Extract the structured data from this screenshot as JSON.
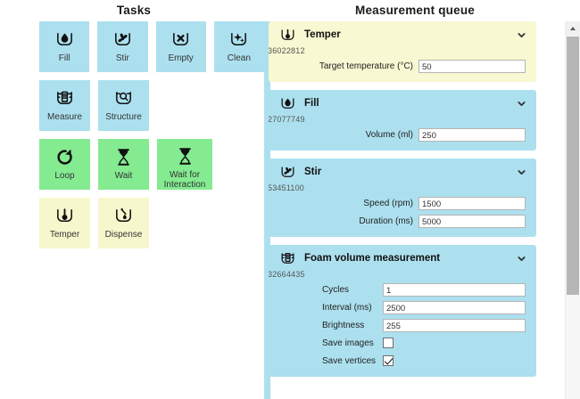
{
  "tasks_panel": {
    "title": "Tasks",
    "rows": [
      [
        {
          "label": "Fill",
          "icon": "beaker-drop-icon",
          "color": "blue"
        },
        {
          "label": "Stir",
          "icon": "beaker-propeller-icon",
          "color": "blue"
        },
        {
          "label": "Empty",
          "icon": "beaker-cross-icon",
          "color": "blue"
        },
        {
          "label": "Clean",
          "icon": "beaker-sparkle-icon",
          "color": "blue"
        }
      ],
      [
        {
          "label": "Measure",
          "icon": "beaker-scale-icon",
          "color": "blue"
        },
        {
          "label": "Structure",
          "icon": "beaker-magnifier-icon",
          "color": "blue"
        }
      ],
      [
        {
          "label": "Loop",
          "icon": "circular-arrow-icon",
          "color": "green"
        },
        {
          "label": "Wait",
          "icon": "hourglass-icon",
          "color": "green"
        },
        {
          "label": "Wait for Interaction",
          "icon": "hourglass-icon",
          "color": "green"
        }
      ],
      [
        {
          "label": "Temper",
          "icon": "beaker-thermometer-icon",
          "color": "yellow"
        },
        {
          "label": "Dispense",
          "icon": "beaker-pipette-icon",
          "color": "yellow"
        }
      ]
    ]
  },
  "queue_panel": {
    "title": "Measurement queue",
    "scrollbar": {
      "up_arrow": "scroll-up-arrow"
    },
    "cards": [
      {
        "title": "Temper",
        "id": "36022812",
        "icon": "beaker-thermometer-icon",
        "color": "yellow",
        "chevron": "chevron-down-icon",
        "label_align": "right",
        "fields": [
          {
            "type": "text",
            "label": "Target temperature (°C)",
            "value": "50"
          }
        ]
      },
      {
        "title": "Fill",
        "id": "27077749",
        "icon": "beaker-drop-icon",
        "color": "blue",
        "chevron": "chevron-down-icon",
        "label_align": "right",
        "fields": [
          {
            "type": "text",
            "label": "Volume (ml)",
            "value": "250"
          }
        ]
      },
      {
        "title": "Stir",
        "id": "53451100",
        "icon": "beaker-propeller-icon",
        "color": "blue",
        "chevron": "chevron-down-icon",
        "label_align": "right",
        "fields": [
          {
            "type": "text",
            "label": "Speed (rpm)",
            "value": "1500"
          },
          {
            "type": "text",
            "label": "Duration (ms)",
            "value": "5000"
          }
        ]
      },
      {
        "title": "Foam volume measurement",
        "id": "32664435",
        "icon": "beaker-scale-icon",
        "color": "blue",
        "chevron": "chevron-down-icon",
        "label_align": "left",
        "fields": [
          {
            "type": "text",
            "label": "Cycles",
            "value": "1"
          },
          {
            "type": "text",
            "label": "Interval (ms)",
            "value": "2500"
          },
          {
            "type": "text",
            "label": "Brightness",
            "value": "255"
          },
          {
            "type": "checkbox",
            "label": "Save images",
            "checked": false
          },
          {
            "type": "checkbox",
            "label": "Save vertices",
            "checked": true
          }
        ]
      }
    ]
  },
  "colors": {
    "blue": "#ace0ef",
    "green": "#84eb91",
    "yellow": "#f7f7cd",
    "card_yellow": "#f8f8d2",
    "input_border": "#b5b5b5",
    "scroll_thumb": "#b6b6b6"
  }
}
